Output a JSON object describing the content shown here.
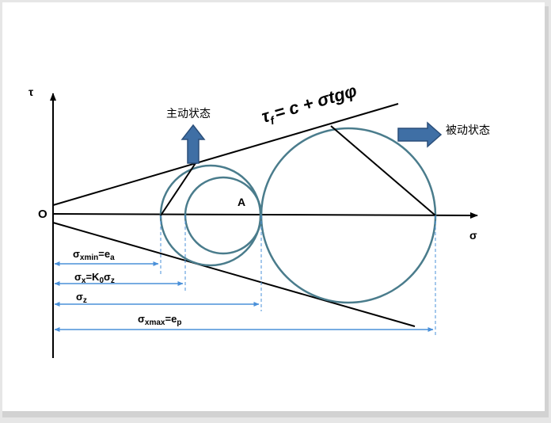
{
  "labels": {
    "tau_axis": "τ",
    "sigma_axis": "σ",
    "origin": "O",
    "point_a": "A",
    "active_state": "主动状态",
    "passive_state": "被动状态"
  },
  "formula": {
    "tau": "τ",
    "sub_f": "f",
    "rest": "= c + σtgφ"
  },
  "dimensions": [
    {
      "id": "sigma-xmin",
      "main": "σ",
      "sub": "xmin",
      "tail": "=e",
      "tail_sub": "a"
    },
    {
      "id": "sigma-x",
      "main": "σ",
      "sub": "x",
      "tail": "=K",
      "tail_sub": "0",
      "tail2": "σ",
      "tail2_sub": "z"
    },
    {
      "id": "sigma-z",
      "main": "σ",
      "sub": "z"
    },
    {
      "id": "sigma-xmax",
      "main": "σ",
      "sub": "xmax",
      "tail": "=e",
      "tail_sub": "p"
    }
  ],
  "colors": {
    "circle": "#4a7c8c",
    "arrow_fill": "#3f6fa5",
    "arrow_stroke": "#2b4f7a",
    "dim_line": "#4a90d9",
    "ink": "#000000",
    "page": "#ffffff"
  },
  "icons": {
    "active_arrow": "arrow-up-icon",
    "passive_arrow": "arrow-right-icon"
  }
}
